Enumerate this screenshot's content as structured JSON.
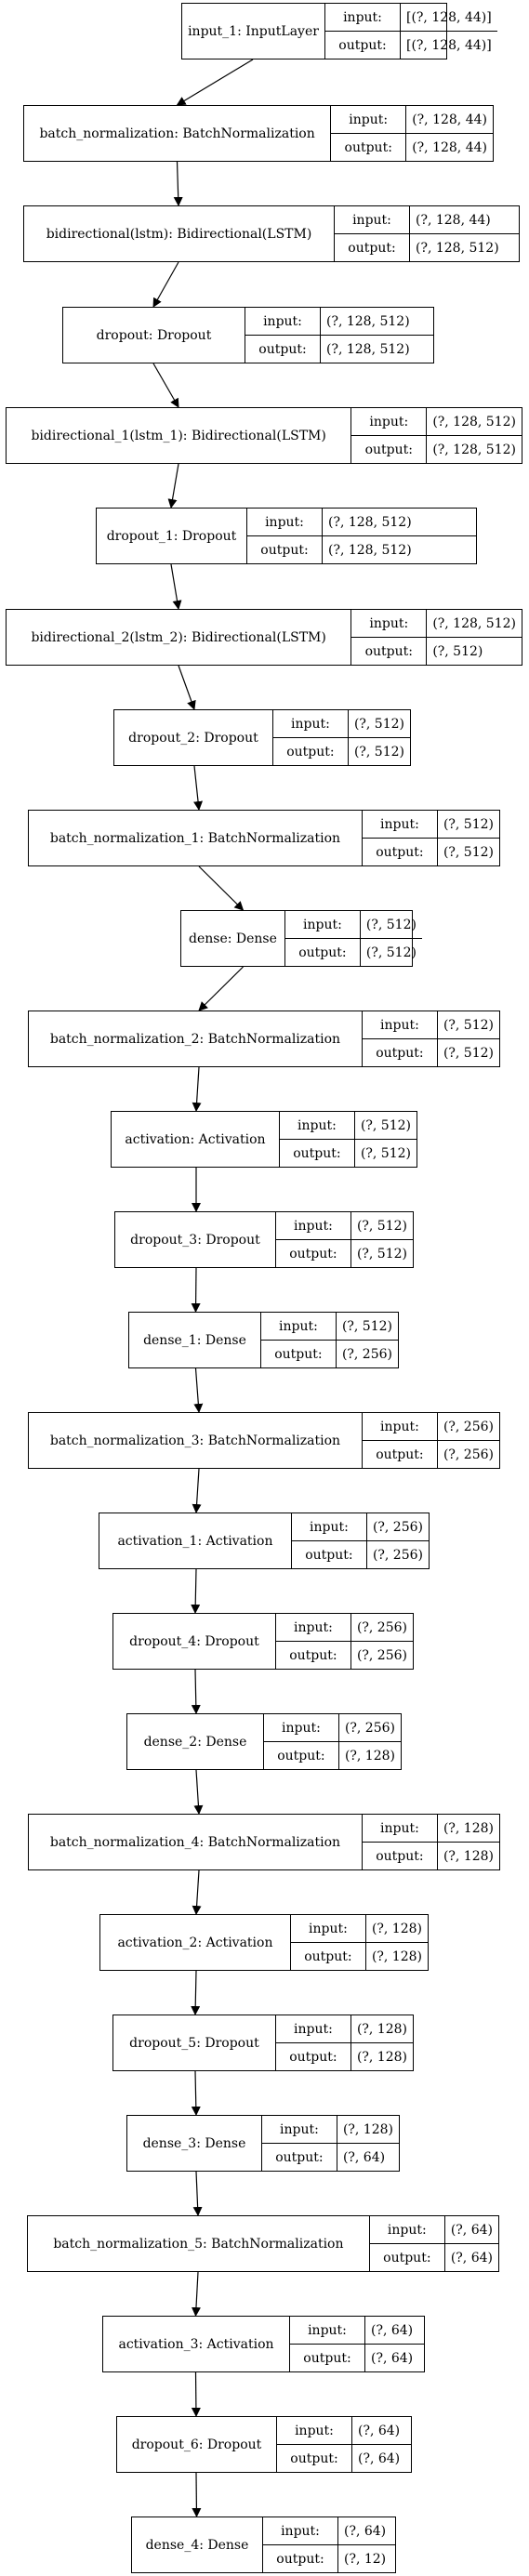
{
  "diagram": {
    "type": "keras-model-plot",
    "io_labels": {
      "input": "input:",
      "output": "output:"
    },
    "layers": [
      {
        "name": "input_1: InputLayer",
        "input": "[(?, 128, 44)]",
        "output": "[(?, 128, 44)]"
      },
      {
        "name": "batch_normalization: BatchNormalization",
        "input": "(?, 128, 44)",
        "output": "(?, 128, 44)"
      },
      {
        "name": "bidirectional(lstm): Bidirectional(LSTM)",
        "input": "(?, 128, 44)",
        "output": "(?, 128, 512)"
      },
      {
        "name": "dropout: Dropout",
        "input": "(?, 128, 512)",
        "output": "(?, 128, 512)"
      },
      {
        "name": "bidirectional_1(lstm_1): Bidirectional(LSTM)",
        "input": "(?, 128, 512)",
        "output": "(?, 128, 512)"
      },
      {
        "name": "dropout_1: Dropout",
        "input": "(?, 128, 512)",
        "output": "(?, 128, 512)"
      },
      {
        "name": "bidirectional_2(lstm_2): Bidirectional(LSTM)",
        "input": "(?, 128, 512)",
        "output": "(?, 512)"
      },
      {
        "name": "dropout_2: Dropout",
        "input": "(?, 512)",
        "output": "(?, 512)"
      },
      {
        "name": "batch_normalization_1: BatchNormalization",
        "input": "(?, 512)",
        "output": "(?, 512)"
      },
      {
        "name": "dense: Dense",
        "input": "(?, 512)",
        "output": "(?, 512)"
      },
      {
        "name": "batch_normalization_2: BatchNormalization",
        "input": "(?, 512)",
        "output": "(?, 512)"
      },
      {
        "name": "activation: Activation",
        "input": "(?, 512)",
        "output": "(?, 512)"
      },
      {
        "name": "dropout_3: Dropout",
        "input": "(?, 512)",
        "output": "(?, 512)"
      },
      {
        "name": "dense_1: Dense",
        "input": "(?, 512)",
        "output": "(?, 256)"
      },
      {
        "name": "batch_normalization_3: BatchNormalization",
        "input": "(?, 256)",
        "output": "(?, 256)"
      },
      {
        "name": "activation_1: Activation",
        "input": "(?, 256)",
        "output": "(?, 256)"
      },
      {
        "name": "dropout_4: Dropout",
        "input": "(?, 256)",
        "output": "(?, 256)"
      },
      {
        "name": "dense_2: Dense",
        "input": "(?, 256)",
        "output": "(?, 128)"
      },
      {
        "name": "batch_normalization_4: BatchNormalization",
        "input": "(?, 128)",
        "output": "(?, 128)"
      },
      {
        "name": "activation_2: Activation",
        "input": "(?, 128)",
        "output": "(?, 128)"
      },
      {
        "name": "dropout_5: Dropout",
        "input": "(?, 128)",
        "output": "(?, 128)"
      },
      {
        "name": "dense_3: Dense",
        "input": "(?, 128)",
        "output": "(?, 64)"
      },
      {
        "name": "batch_normalization_5: BatchNormalization",
        "input": "(?, 64)",
        "output": "(?, 64)"
      },
      {
        "name": "activation_3: Activation",
        "input": "(?, 64)",
        "output": "(?, 64)"
      },
      {
        "name": "dropout_6: Dropout",
        "input": "(?, 64)",
        "output": "(?, 64)"
      },
      {
        "name": "dense_4: Dense",
        "input": "(?, 64)",
        "output": "(?, 12)"
      }
    ]
  }
}
